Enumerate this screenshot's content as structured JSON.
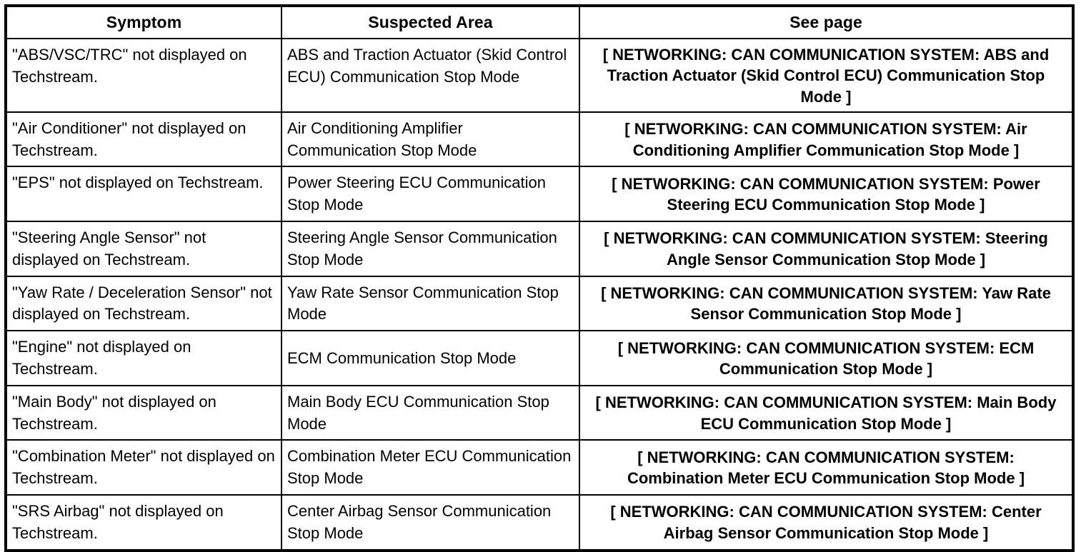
{
  "table": {
    "columns": [
      {
        "key": "symptom",
        "label": "Symptom"
      },
      {
        "key": "area",
        "label": "Suspected Area"
      },
      {
        "key": "see_page",
        "label": "See page"
      }
    ],
    "rows": [
      {
        "symptom": "\"ABS/VSC/TRC\" not displayed on Techstream.",
        "area": "ABS and Traction Actuator (Skid Control ECU) Communication Stop Mode",
        "see_page": "[ NETWORKING: CAN COMMUNICATION SYSTEM: ABS and Traction Actuator (Skid Control ECU) Communication Stop Mode ]"
      },
      {
        "symptom": "\"Air Conditioner\" not displayed on Techstream.",
        "area": "Air Conditioning Amplifier Communication Stop Mode",
        "see_page": "[ NETWORKING: CAN COMMUNICATION SYSTEM: Air Conditioning Amplifier Communication Stop Mode ]"
      },
      {
        "symptom": "\"EPS\" not displayed on Techstream.",
        "area": "Power Steering ECU Communication Stop Mode",
        "see_page": "[ NETWORKING: CAN COMMUNICATION SYSTEM: Power Steering ECU Communication Stop Mode ]"
      },
      {
        "symptom": "\"Steering Angle Sensor\" not displayed on Techstream.",
        "area": "Steering Angle Sensor Communication Stop Mode",
        "see_page": "[ NETWORKING: CAN COMMUNICATION SYSTEM: Steering Angle Sensor Communication Stop Mode ]"
      },
      {
        "symptom": "\"Yaw Rate / Deceleration Sensor\" not displayed on Techstream.",
        "area": "Yaw Rate Sensor Communication Stop Mode",
        "see_page": "[ NETWORKING: CAN COMMUNICATION SYSTEM: Yaw Rate Sensor Communication Stop Mode ]"
      },
      {
        "symptom": "\"Engine\" not displayed on Techstream.",
        "area": "ECM Communication Stop Mode",
        "see_page": "[ NETWORKING: CAN COMMUNICATION SYSTEM: ECM Communication Stop Mode ]"
      },
      {
        "symptom": "\"Main Body\" not displayed on Techstream.",
        "area": "Main Body ECU Communication Stop Mode",
        "see_page": "[ NETWORKING: CAN COMMUNICATION SYSTEM: Main Body ECU Communication Stop Mode ]"
      },
      {
        "symptom": "\"Combination Meter\" not displayed on Techstream.",
        "area": "Combination Meter ECU Communication Stop Mode",
        "see_page": "[ NETWORKING: CAN COMMUNICATION SYSTEM: Combination Meter ECU Communication Stop Mode ]"
      },
      {
        "symptom": "\"SRS Airbag\" not displayed on Techstream.",
        "area": "Center Airbag Sensor Communication Stop Mode",
        "see_page": "[ NETWORKING: CAN COMMUNICATION SYSTEM: Center Airbag Sensor Communication Stop Mode ]"
      }
    ]
  },
  "colors": {
    "border": "#000000",
    "text": "#000000",
    "background": "#ffffff"
  }
}
